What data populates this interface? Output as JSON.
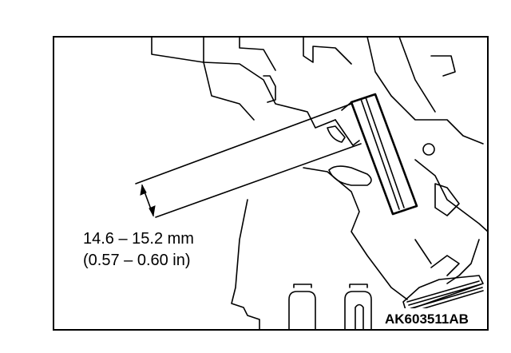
{
  "figure": {
    "measurement_mm": "14.6 – 15.2 mm",
    "measurement_in": "(0.57 – 0.60 in)",
    "figure_code": "AK603511AB"
  }
}
